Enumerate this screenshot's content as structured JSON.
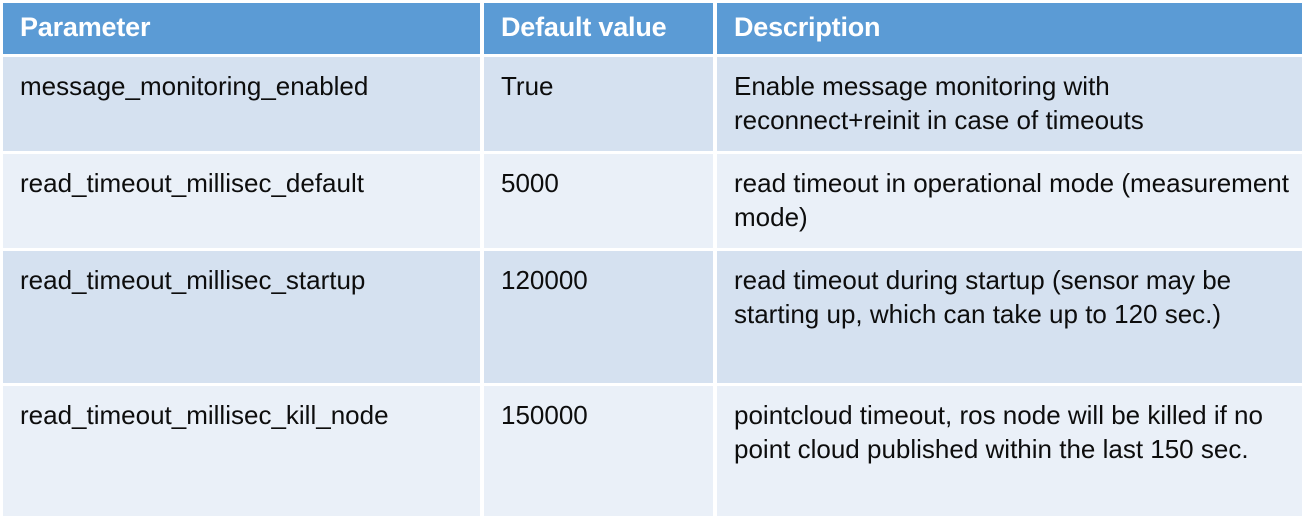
{
  "table": {
    "columns": [
      {
        "key": "parameter",
        "label": "Parameter"
      },
      {
        "key": "default_value",
        "label": "Default value"
      },
      {
        "key": "description",
        "label": "Description"
      }
    ],
    "header_background": "#5B9BD5",
    "header_text_color": "#FFFFFF",
    "row_band_colors": [
      "#D5E1F0",
      "#EAF0F8"
    ],
    "rows": [
      {
        "parameter": "message_monitoring_enabled",
        "default_value": "True",
        "description": "Enable message monitoring with reconnect+reinit in case of timeouts"
      },
      {
        "parameter": "read_timeout_millisec_default",
        "default_value": "5000",
        "description": "read timeout in operational mode (measurement mode)"
      },
      {
        "parameter": "read_timeout_millisec_startup",
        "default_value": "120000",
        "description": "read timeout during startup (sensor may be starting up, which can take up to 120 sec.)"
      },
      {
        "parameter": "read_timeout_millisec_kill_node",
        "default_value": "150000",
        "description": "pointcloud timeout, ros node will be killed if no point cloud published within the last 150 sec."
      }
    ]
  }
}
